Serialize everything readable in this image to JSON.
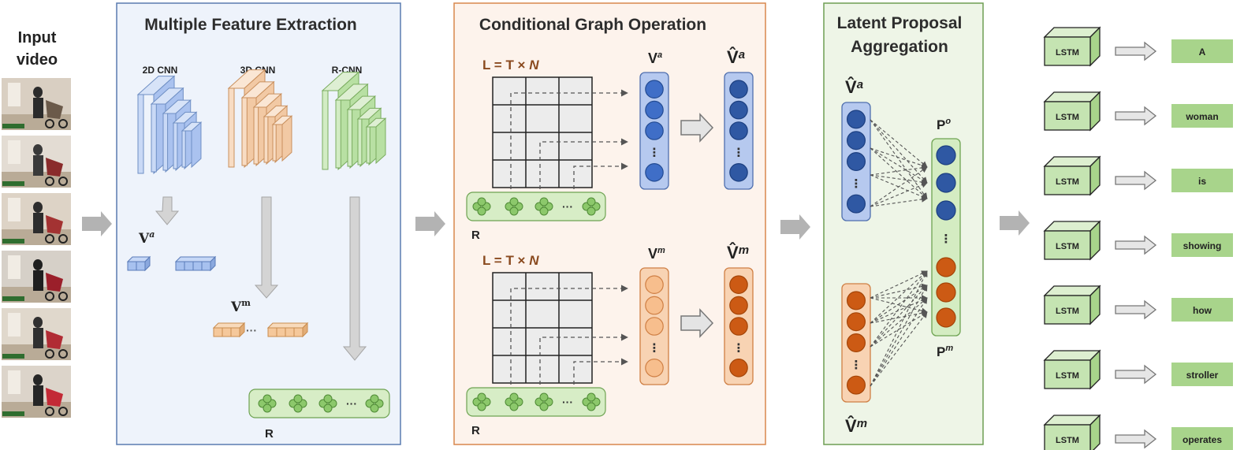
{
  "input": {
    "title_line1": "Input",
    "title_line2": "video",
    "frame_count": 6
  },
  "panels": {
    "feature": {
      "title": "Multiple Feature Extraction"
    },
    "graph": {
      "title": "Conditional Graph Operation"
    },
    "aggregation": {
      "title_line1": "Latent Proposal",
      "title_line2": "Aggregation"
    }
  },
  "feature": {
    "cnn_labels": [
      "2D CNN",
      "3D CNN",
      "R-CNN"
    ],
    "va_label": "V",
    "va_sup": "a",
    "vm_label": "V",
    "vm_sup": "m",
    "r_label": "R",
    "ellipsis": "···"
  },
  "graph": {
    "l_formula_prefix": "L = T ×",
    "l_formula_var": "N",
    "top": {
      "v_label": "V",
      "v_sup": "a",
      "vhat_label": "V̂",
      "vhat_sup": "a",
      "r_label": "R"
    },
    "bottom": {
      "v_label": "V",
      "v_sup": "m",
      "vhat_label": "V̂",
      "vhat_sup": "m",
      "r_label": "R"
    },
    "dots": "⋮",
    "ellipsis": "···"
  },
  "aggregation": {
    "va_hat_label": "V̂",
    "va_hat_sup": "a",
    "vm_hat_label": "V̂",
    "vm_hat_sup": "m",
    "po_label": "P",
    "po_sup": "o",
    "pm_label": "P",
    "pm_sup": "m",
    "dots": "⋮"
  },
  "decoder": {
    "cell_label": "LSTM",
    "words": [
      "A",
      "woman",
      "is",
      "showing",
      "how",
      "stroller",
      "operates"
    ]
  },
  "colors": {
    "feature_bg": "#eef3fb",
    "feature_border": "#5a7bb0",
    "graph_bg": "#fdf3ec",
    "graph_border": "#d8874d",
    "agg_bg": "#eef5e7",
    "agg_border": "#6e9e53",
    "blue_node": "#2f58a3",
    "orange_node": "#cc5a14",
    "word_box": "#a8d48b",
    "lstm_box": "#c5e4b2"
  }
}
